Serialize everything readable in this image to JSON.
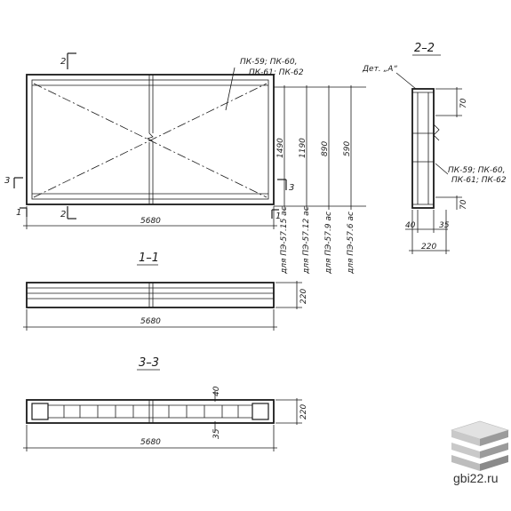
{
  "plan": {
    "length": "5680",
    "sec2_top": "2",
    "sec2_bottom": "2",
    "sec3_left": "3",
    "sec3_right": "3",
    "sec1_left": "1",
    "sec1_right": "1",
    "marks": "ПК-59; ПК-60,",
    "marks2": "ПК-61; ПК-62",
    "widths": [
      "1490",
      "1190",
      "890",
      "590"
    ],
    "for_labels": [
      "для ПЭ-57.15 ас",
      "для ПЭ-57.12 ас",
      "для ПЭ-57.9 ас",
      "для ПЭ-57.6 ас"
    ]
  },
  "section11": {
    "title": "1–1",
    "height": "220",
    "length": "5680"
  },
  "section22": {
    "title": "2–2",
    "detail": "Дет. „А“",
    "d70a": "70",
    "d70b": "70",
    "marks": "ПК-59; ПК-60,",
    "marks2": "ПК-61; ПК-62",
    "d40": "40",
    "d35": "35",
    "d220": "220"
  },
  "section33": {
    "title": "3–3",
    "d40": "40",
    "d35": "35",
    "height": "220",
    "length": "5680"
  },
  "watermark": "gbi22.ru",
  "colors": {
    "ink": "#1a1a1a"
  }
}
